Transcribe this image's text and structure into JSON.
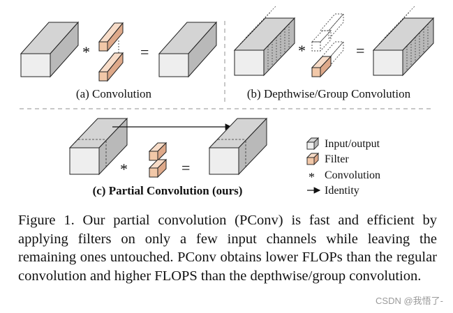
{
  "panels": {
    "a": {
      "label": "(a) Convolution",
      "op_convolution": "*",
      "op_equals": "="
    },
    "b": {
      "label": "(b) Depthwise/Group Convolution",
      "op_convolution": "*",
      "op_equals": "="
    },
    "c": {
      "label": "(c) Partial Convolution (ours)",
      "op_convolution": "*",
      "op_equals": "="
    }
  },
  "legend": {
    "items": [
      {
        "symbol": "input-output-cube",
        "label": "Input/output"
      },
      {
        "symbol": "filter-cube",
        "label": "Filter"
      },
      {
        "symbol": "*",
        "label": "Convolution"
      },
      {
        "symbol": "arrow",
        "label": "Identity"
      }
    ]
  },
  "caption": "Figure 1. Our partial convolution (PConv) is fast and efficient by applying filters on only a few input channels while leaving the remaining ones untouched. PConv obtains lower FLOPs than the regular convolution and higher FLOPS than the depthwise/group convolution.",
  "watermark": "CSDN @我悟了-",
  "colors": {
    "block_front": "#eeeeee",
    "block_top": "#d4d4d4",
    "block_side": "#b9b9b9",
    "filter_front": "#f2c8a8",
    "filter_top": "#f7dcc8",
    "filter_side": "#dea98a",
    "divider": "#b5b5b5"
  }
}
